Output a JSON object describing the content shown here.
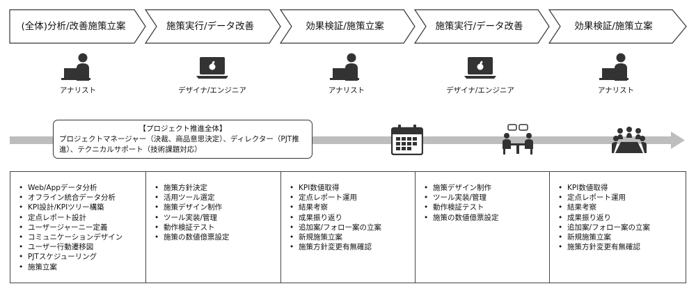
{
  "phases": [
    {
      "label": "(全体)分析/改善施策立案"
    },
    {
      "label": "施策実行/データ改善"
    },
    {
      "label": "効果検証/施策立案"
    },
    {
      "label": "施策実行/データ改善"
    },
    {
      "label": "効果検証/施策立案"
    }
  ],
  "roles": [
    {
      "label": "アナリスト",
      "icon": "analyst-icon"
    },
    {
      "label": "デザイナ/エンジニア",
      "icon": "laptop-icon"
    },
    {
      "label": "アナリスト",
      "icon": "analyst-icon"
    },
    {
      "label": "デザイナ/エンジニア",
      "icon": "laptop-icon"
    },
    {
      "label": "アナリスト",
      "icon": "analyst-icon"
    }
  ],
  "project": {
    "title": "【プロジェクト推進全体】",
    "body": "プロジェクトマネージャー（決裁、商品意思決定）、ディレクター（PJT推進）、テクニカルサポート（技術課題対応）"
  },
  "timeline_icons": [
    "calendar-icon",
    "discussion-icon",
    "meeting-icon"
  ],
  "colors": {
    "chevron": "#ffffff",
    "stroke": "#333333",
    "arrow": "#bdbdbd",
    "icon": "#333333"
  },
  "tasks": [
    [
      "Web/Appデータ分析",
      "オフライン統合データ分析",
      "KPI設計/KPIツリー構築",
      "定点レポート設計",
      "ユーザージャーニー定義",
      "コミュニケーションデザイン",
      "ユーザー行動遷移図",
      "PJTスケジューリング",
      "施策立案"
    ],
    [
      "施策方針決定",
      "活用ツール選定",
      "施策デザイン制作",
      "ツール実装/管理",
      "動作検証テスト",
      "施策の数値億票設定"
    ],
    [
      "KPI数値取得",
      "定点レポート運用",
      "結果考察",
      "成果振り返り",
      "追加案/フォロー案の立案",
      "新規施策立案",
      "施策方針変更有無確認"
    ],
    [
      "施策デザイン制作",
      "ツール実装/管理",
      "動作検証テスト",
      "施策の数値億票設定"
    ],
    [
      "KPI数値取得",
      "定点レポート運用",
      "結果考察",
      "成果振り返り",
      "追加案/フォロー案の立案",
      "新規施策立案",
      "施策方針変更有無確認"
    ]
  ]
}
